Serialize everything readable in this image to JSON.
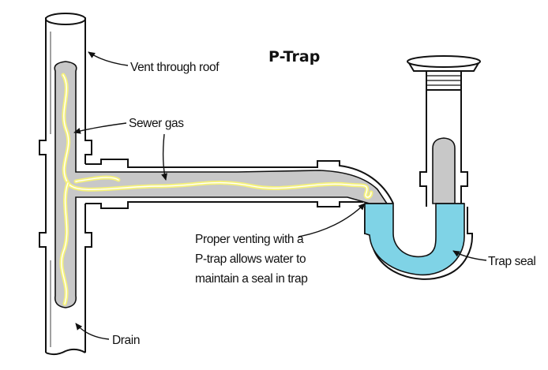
{
  "diagram": {
    "title": "P-Trap",
    "labels": {
      "vent": "Vent through roof",
      "sewer_gas": "Sewer gas",
      "venting_line1": "Proper venting with a",
      "venting_line2": "P-trap allows water to",
      "venting_line3": "maintain a seal in trap",
      "trap_seal": "Trap seal",
      "drain": "Drain"
    },
    "colors": {
      "pipe": "#ffffff",
      "pipe_interior": "#c8c8c8",
      "sewer_gas": "#f6f27a",
      "water": "#7fd3e6",
      "outline": "#111111"
    }
  }
}
